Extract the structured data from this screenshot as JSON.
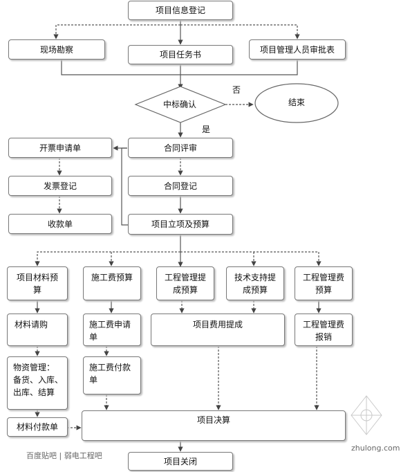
{
  "nodes": {
    "register_info": "项目信息登记",
    "site_survey": "现场勘察",
    "task_book": "项目任务书",
    "approval_form": "项目管理人员审批表",
    "bid_confirm": "中标确认",
    "end": "结束",
    "contract_review": "合同评审",
    "contract_register": "合同登记",
    "project_budget": "项目立项及预算",
    "invoice_apply": "开票申请单",
    "invoice_register": "发票登记",
    "receipt": "收款单",
    "material_budget": [
      "项目材料预",
      "算"
    ],
    "construction_budget": "施工费预算",
    "mgmt_extract_budget": [
      "工程管理提",
      "成预算"
    ],
    "tech_support_budget": [
      "技术支持提",
      "成预算"
    ],
    "mgmt_fee_budget": [
      "工程管理费",
      "预算"
    ],
    "material_purchase": "材料请购",
    "construction_apply": [
      "施工费申请",
      "单"
    ],
    "project_fee_extract": "项目费用提成",
    "mgmt_fee_reimburse": [
      "工程管理费",
      "报销"
    ],
    "material_mgmt": [
      "物资管理：",
      "备货、入库、",
      "出库、结算"
    ],
    "construction_payment": [
      "施工费付款",
      "单"
    ],
    "material_payment": "材料付款单",
    "settlement": "项目决算",
    "closing": "项目关闭"
  },
  "labels": {
    "no": "否",
    "yes": "是"
  },
  "watermark": {
    "left": "百度贴吧 | 弱电工程吧",
    "right": "zhulong.com"
  },
  "colors": {
    "line": "#555555",
    "border": "#777777",
    "shadow": "#bcbcbc"
  }
}
